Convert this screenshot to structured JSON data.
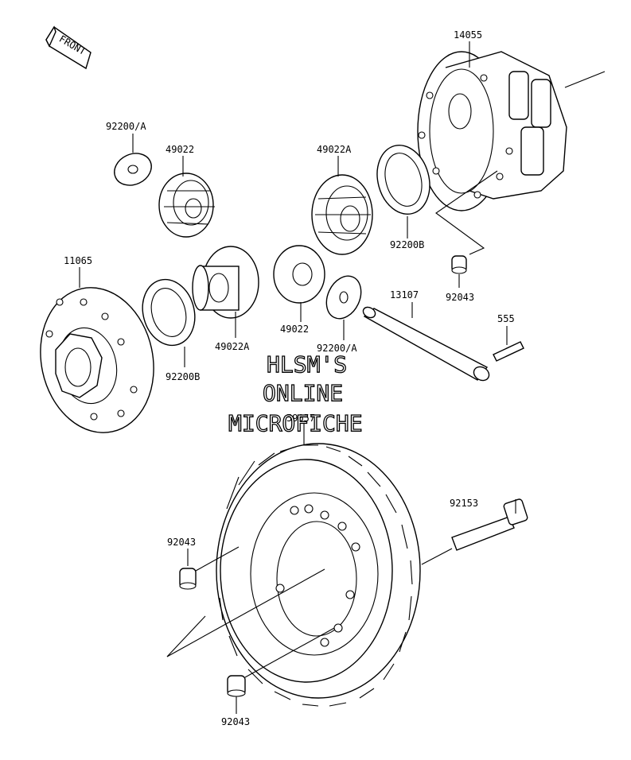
{
  "front_label": "FRONT",
  "parts": {
    "p14055": "14055",
    "p92200a_top": "92200/A",
    "p49022_top": "49022",
    "p49022a_top": "49022A",
    "p92200b_right": "92200B",
    "p11065": "11065",
    "p92043_right": "92043",
    "p13107": "13107",
    "p555": "555",
    "p49022a_mid": "49022A",
    "p49022_mid": "49022",
    "p92200a_mid": "92200/A",
    "p92200b_left": "92200B",
    "p59057": "59057",
    "p92153": "92153",
    "p92043_left": "92043",
    "p92043_bottom": "92043"
  },
  "watermark": {
    "line1": "HLSM'S",
    "line2": "ONLINE",
    "line3": "MICROFICHE"
  }
}
